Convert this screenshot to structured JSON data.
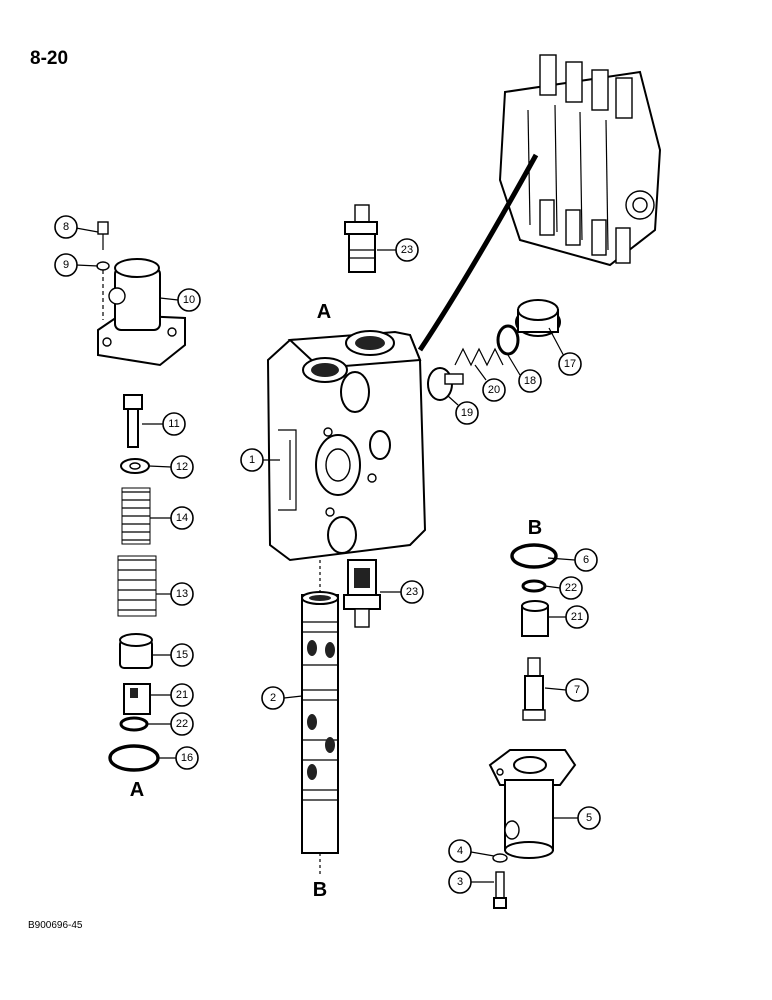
{
  "page_number": "8-20",
  "figure_code": "B900696-45",
  "port_labels": {
    "a_top": "A",
    "a_bottom": "A",
    "b_right": "B",
    "b_bottom": "B"
  },
  "callouts": {
    "c1": "1",
    "c2": "2",
    "c3": "3",
    "c4": "4",
    "c5": "5",
    "c6": "6",
    "c7": "7",
    "c8": "8",
    "c9": "9",
    "c10": "10",
    "c11": "11",
    "c12": "12",
    "c13": "13",
    "c14": "14",
    "c15": "15",
    "c16": "16",
    "c17": "17",
    "c18": "18",
    "c19": "19",
    "c20": "20",
    "c21a": "21",
    "c21b": "21",
    "c22a": "22",
    "c22b": "22",
    "c23a": "23",
    "c23b": "23"
  },
  "icons": [
    "valve-section-body",
    "spool",
    "spring",
    "o-ring",
    "cap-screw",
    "relief-valve-cartridge",
    "end-cap",
    "plug",
    "valve-bank-assembly"
  ]
}
